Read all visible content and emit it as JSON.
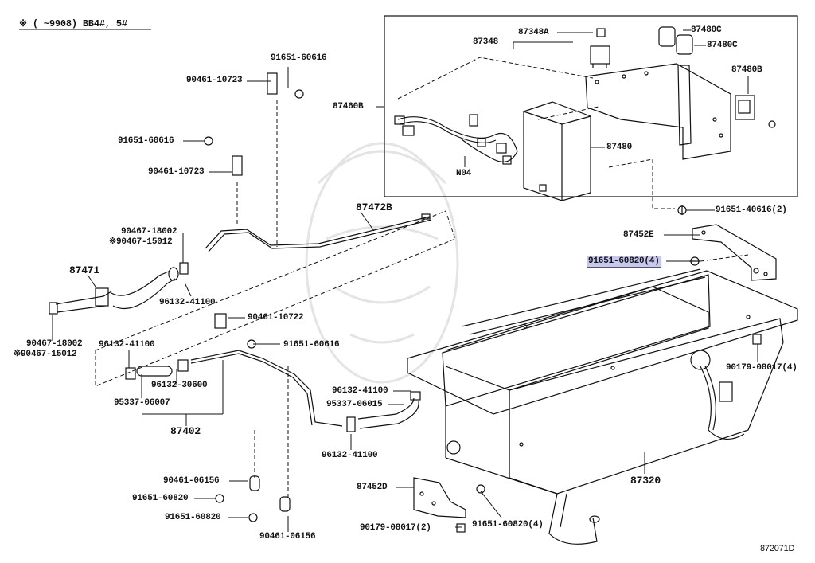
{
  "header": {
    "note": "※ (   ~9908)  BB4#, 5#"
  },
  "diagram_id": "872071D",
  "colors": {
    "line": "#111111",
    "highlight_fill": "#c8c8ee",
    "highlight_border": "#4a4aa8",
    "watermark": "#e6e6e6"
  },
  "labels": {
    "p87348A": "87348A",
    "p87348": "87348",
    "p87480C_1": "87480C",
    "p87480C_2": "87480C",
    "p87480B": "87480B",
    "p87460B": "87460B",
    "p87480": "87480",
    "N04": "N04",
    "p91651_40616_2": "91651-40616(2)",
    "p87452E": "87452E",
    "p91651_60820_4_hl": "91651-60820(4)",
    "p90179_08017_4": "90179-08017(4)",
    "p87320": "87320",
    "p87452D": "87452D",
    "p90179_08017_2": "90179-08017(2)",
    "p91651_60820_4": "91651-60820(4)",
    "p91651_60616_top": "91651-60616",
    "p90461_10723_top": "90461-10723",
    "p91651_60616_mid": "91651-60616",
    "p90461_10723_mid": "90461-10723",
    "p87472B": "87472B",
    "p90467_18002_top": "90467-18002",
    "p90467_15012_top": "※90467-15012",
    "p87471": "87471",
    "p96132_41100_a": "96132-41100",
    "p90467_18002_bot": "90467-18002",
    "p90467_15012_bot": "※90467-15012",
    "p90461_10722": "90461-10722",
    "p91651_60616_low": "91651-60616",
    "p96132_41100_b": "96132-41100",
    "p96132_30600": "96132-30600",
    "p95337_06007": "95337-06007",
    "p87402": "87402",
    "p96132_41100_c": "96132-41100",
    "p95337_06015": "95337-06015",
    "p96132_41100_d": "96132-41100",
    "p90461_06156_a": "90461-06156",
    "p91651_60820_a": "91651-60820",
    "p91651_60820_b": "91651-60820",
    "p90461_06156_b": "90461-06156"
  }
}
